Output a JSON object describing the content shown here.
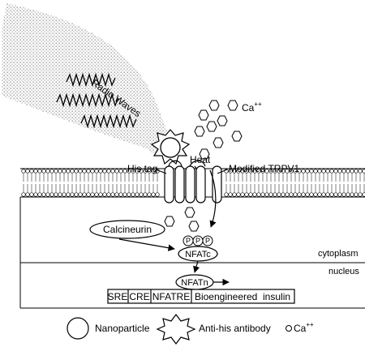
{
  "labels": {
    "radio_waves": "Radio Waves",
    "ca_top": "Ca",
    "ca_top_charge": "++",
    "heat": "Heat",
    "his_tag": "His tag",
    "modified_trpv1": "Modified TRPV1",
    "calcineurin": "Calcineurin",
    "ppp": [
      "P",
      "P",
      "P"
    ],
    "nfatc": "NFATc",
    "cytoplasm": "cytoplasm",
    "nucleus": "nucleus",
    "nfatn": "NFATn"
  },
  "promoter_segments": [
    "SRE",
    "CRE",
    "NFATRE",
    "Bioengineered  insulin"
  ],
  "legend": {
    "nanoparticle": "Nanoparticle",
    "antibody": "Anti-his antibody",
    "ca": "Ca",
    "ca_charge": "++"
  }
}
